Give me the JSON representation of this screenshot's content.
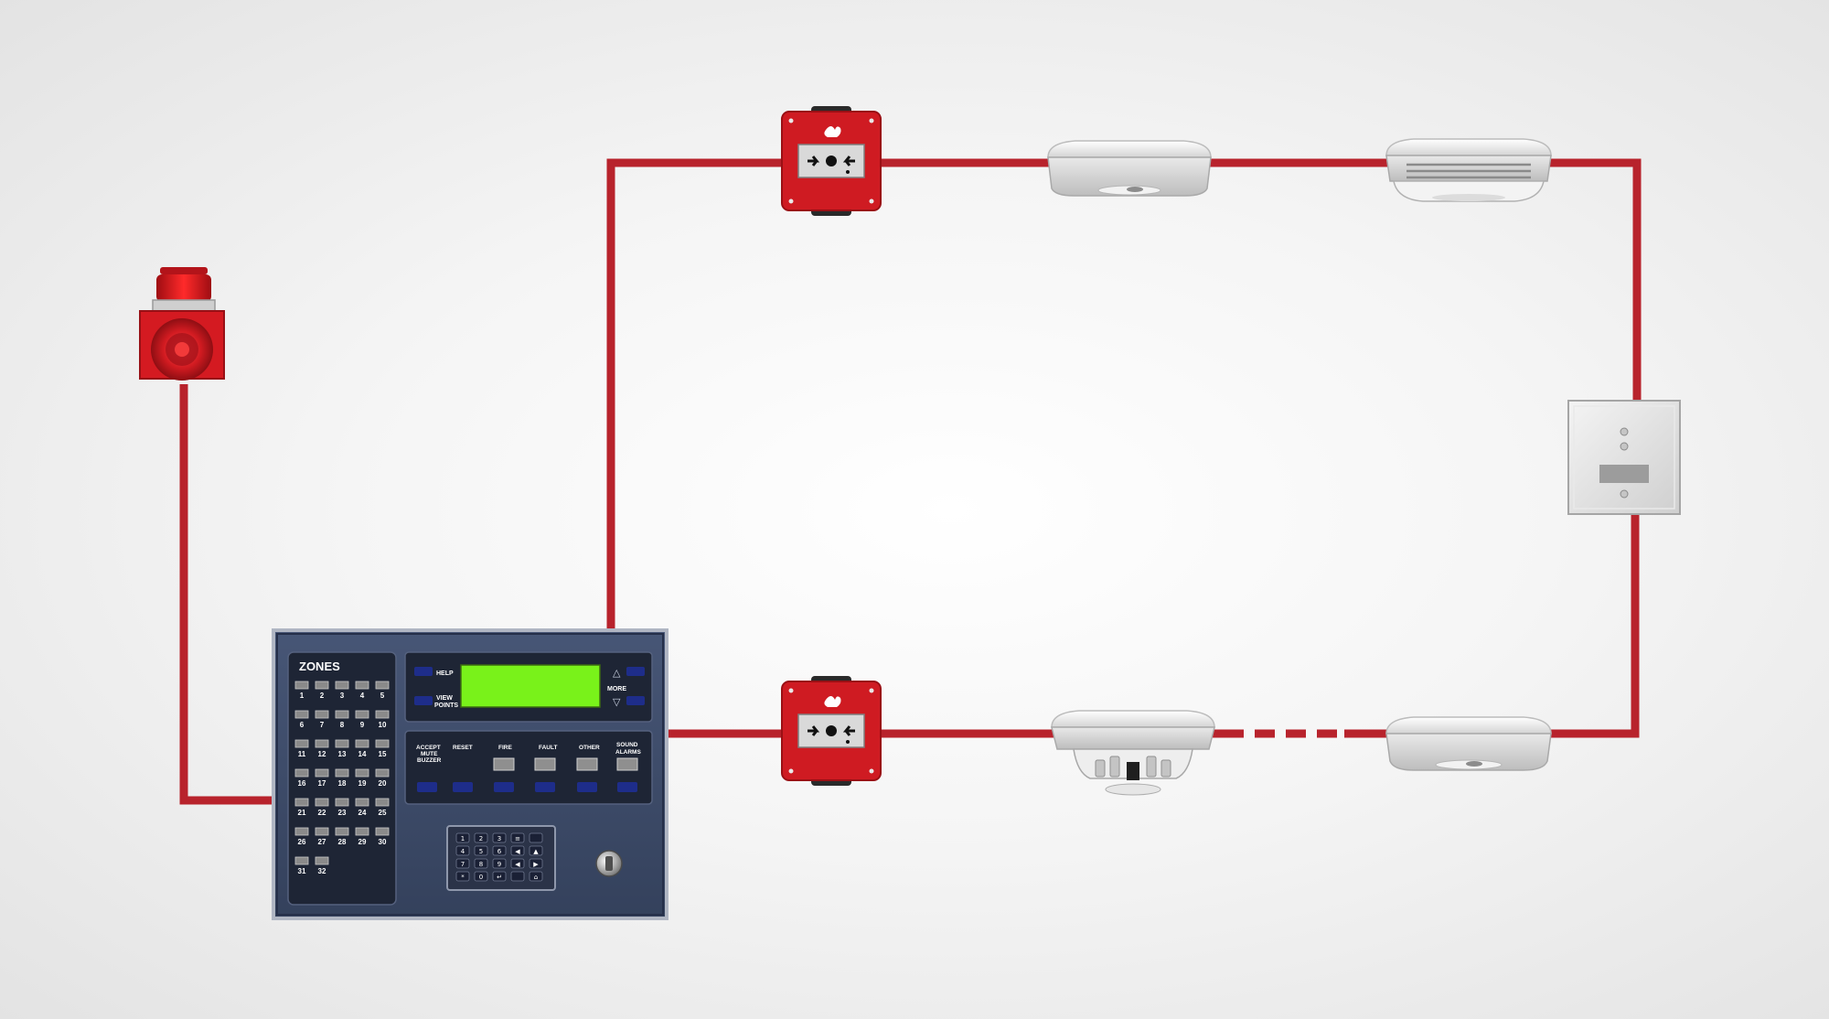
{
  "diagram": {
    "colors": {
      "wire": "#b8232c",
      "device_red": "#cf1b22",
      "panel": "#3b4a66",
      "lcd": "#79f21a"
    },
    "panel": {
      "zones_title": "ZONES",
      "zones": [
        "1",
        "2",
        "3",
        "4",
        "5",
        "6",
        "7",
        "8",
        "9",
        "10",
        "11",
        "12",
        "13",
        "14",
        "15",
        "16",
        "17",
        "18",
        "19",
        "20",
        "21",
        "22",
        "23",
        "24",
        "25",
        "26",
        "27",
        "28",
        "29",
        "30",
        "31",
        "32"
      ],
      "help_label": "HELP",
      "view_label": "VIEW",
      "points_label": "POINTS",
      "more_label": "MORE",
      "accept_label": "ACCEPT",
      "mute_label": "MUTE",
      "buzzer_label": "BUZZER",
      "reset_label": "RESET",
      "fire_label": "FIRE",
      "fault_label": "FAULT",
      "other_label": "OTHER",
      "sound_label": "SOUND",
      "alarms_label": "ALARMS",
      "keypad": [
        "1",
        "2",
        "3",
        "≡",
        "",
        "4",
        "5",
        "6",
        "◀",
        "▲",
        "7",
        "8",
        "9",
        "◀",
        "▶",
        "*",
        "0",
        "↵",
        "",
        "⌂"
      ]
    },
    "icons": {
      "sounder": "alarm-sounder-beacon-icon",
      "call_point": "manual-call-point-icon",
      "smoke": "smoke-detector-icon",
      "multi": "multi-sensor-detector-icon",
      "heat": "heat-detector-icon",
      "module": "interface-module-icon"
    }
  }
}
